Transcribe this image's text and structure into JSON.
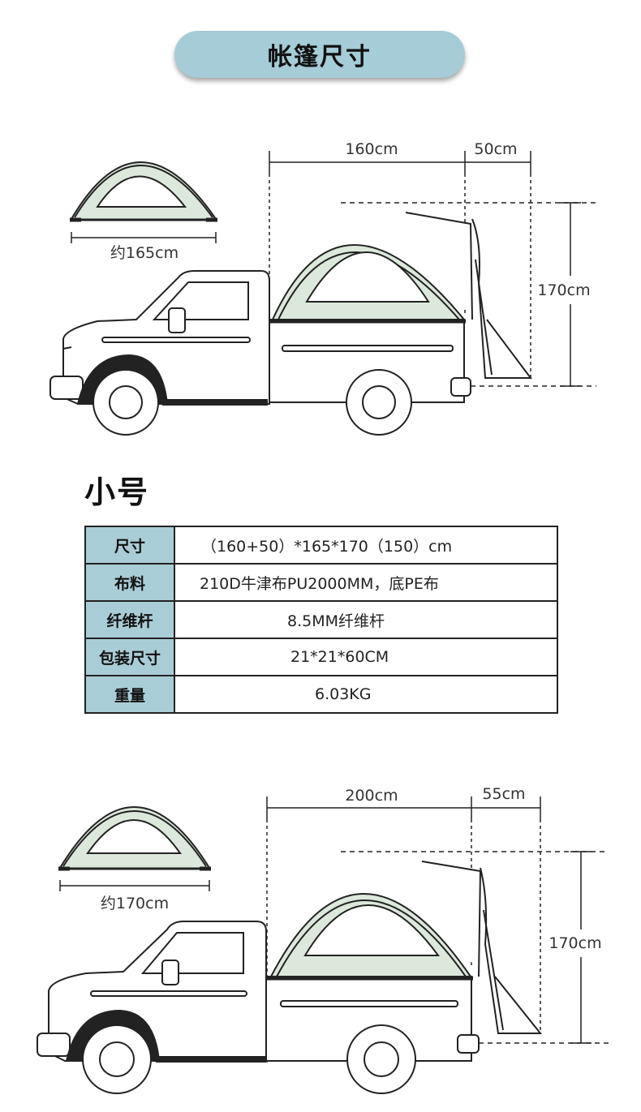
{
  "page_title": "帐篷尺寸",
  "diagram_small": {
    "tent_width": "约165cm",
    "bed_length": "160cm",
    "extension_length": "50cm",
    "height": "170cm"
  },
  "section_heading": "小号",
  "spec_table": [
    {
      "label": "尺寸",
      "value": "（160+50）*165*170（150）cm"
    },
    {
      "label": "布料",
      "value": "210D牛津布PU2000MM，底PE布"
    },
    {
      "label": "纤维杆",
      "value": "8.5MM纤维杆"
    },
    {
      "label": "包装尺寸",
      "value": "21*21*60CM"
    },
    {
      "label": "重量",
      "value": "6.03KG"
    }
  ],
  "diagram_large": {
    "tent_width": "约170cm",
    "bed_length": "200cm",
    "extension_length": "55cm",
    "height": "170cm"
  },
  "colors": {
    "accent": "#a5ccd7",
    "tent_fill": "#dde8dd",
    "line": "#222222"
  }
}
